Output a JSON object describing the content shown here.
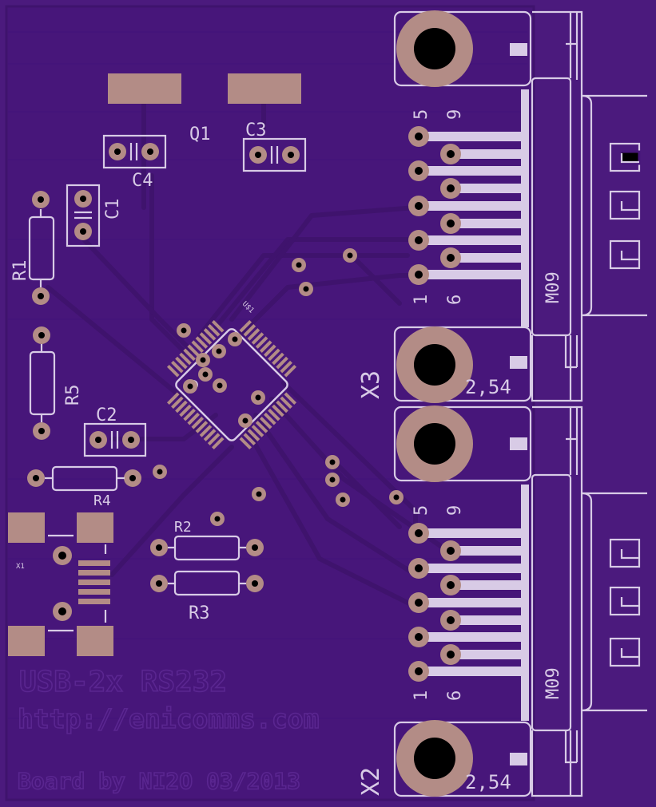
{
  "board": {
    "colors": {
      "substrate": "#4b1a7d",
      "copper": "#b38c86",
      "silkscreen": "#d8cbe6",
      "trace": "#3f136d"
    },
    "labels": {
      "q1": "Q1",
      "c3": "C3",
      "c4": "C4",
      "c1": "C1",
      "r1": "R1",
      "r5": "R5",
      "c2": "C2",
      "r4": "R4",
      "r2": "R2",
      "r3": "R3",
      "u1": "U$1",
      "x1": "X1",
      "x3": "X3",
      "x2": "X2",
      "m09_top": "M09",
      "m09_bottom": "M09",
      "pitch_top": "2,54",
      "pitch_bottom": "2,54",
      "pin5_top": "5",
      "pin9_top": "9",
      "pin1_top": "1",
      "pin6_top": "6",
      "pin5_bottom": "5",
      "pin9_bottom": "9",
      "pin1_bottom": "1",
      "pin6_bottom": "6"
    },
    "copper_text": {
      "title": "USB-2x RS232",
      "url": "http://enicomms.com",
      "credit": "Board by NI2O 03/2013"
    }
  }
}
